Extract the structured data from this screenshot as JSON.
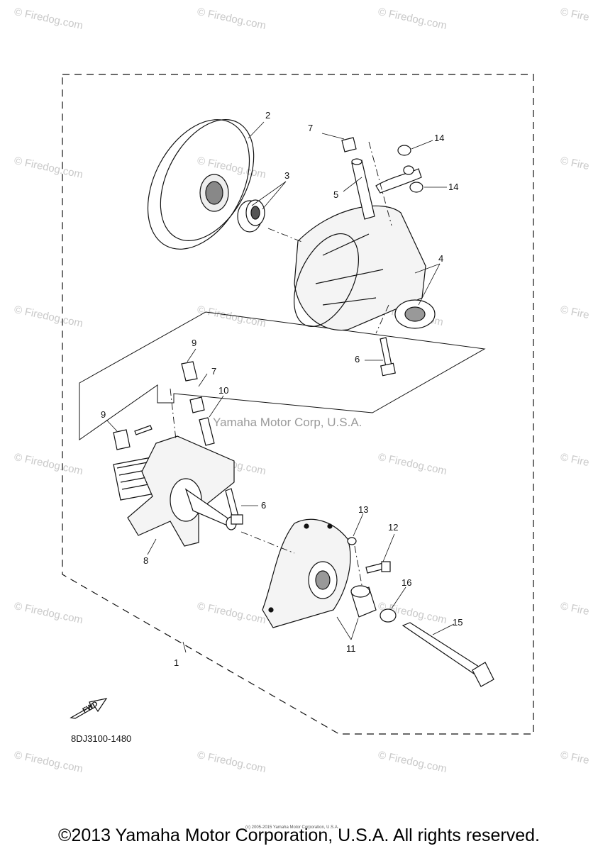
{
  "watermark": "© Firedog.com",
  "watermark_partial": "© Fire",
  "center_watermark": "Yamaha Motor Corp, U.S.A.",
  "part_code": "8DJ3100-1480",
  "fwd_label": "FWD",
  "tiny_copyright": "(c) 2005-2015 Yamaha Motor Corporation, U.S.A.",
  "copyright": "©2013 Yamaha Motor Corporation, U.S.A. All rights reserved.",
  "callouts": {
    "c1": "1",
    "c2": "2",
    "c3": "3",
    "c4": "4",
    "c5": "5",
    "c6a": "6",
    "c6b": "6",
    "c7a": "7",
    "c7b": "7",
    "c8": "8",
    "c9a": "9",
    "c9b": "9",
    "c10": "10",
    "c11": "11",
    "c12": "12",
    "c13": "13",
    "c14a": "14",
    "c14b": "14",
    "c15": "15",
    "c16": "16"
  }
}
